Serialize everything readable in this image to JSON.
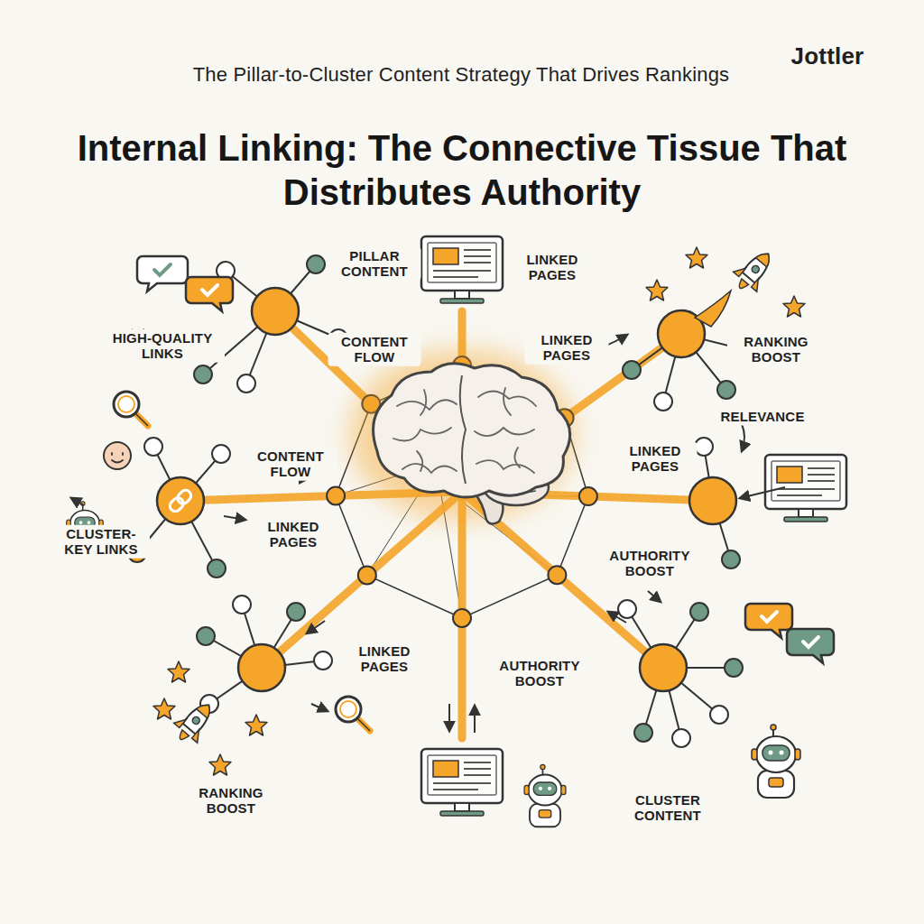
{
  "diagram": {
    "title": "Internal Linking: The Connective Tissue That Distributes Authority",
    "labels": [
      "The Pillar-to-Cluster Content Strategy That Drives Rankings",
      "Jottler",
      "PILLAR CONTENT",
      "LINKED PAGES",
      "HIGH-QUALITY LINKS",
      "CONTENT FLOW",
      "LINKED PAGES",
      "RANKING BOOST",
      "RELEVANCE",
      "CONTENT FLOW",
      "LINKED PAGES",
      "CLUSTER- KEY LINKS",
      "LINKED PAGES",
      "AUTHORITY BOOST",
      "LINKED PAGES",
      "AUTHORITY BOOST",
      "RANKING BOOST",
      "CLUSTER CONTENT"
    ]
  }
}
